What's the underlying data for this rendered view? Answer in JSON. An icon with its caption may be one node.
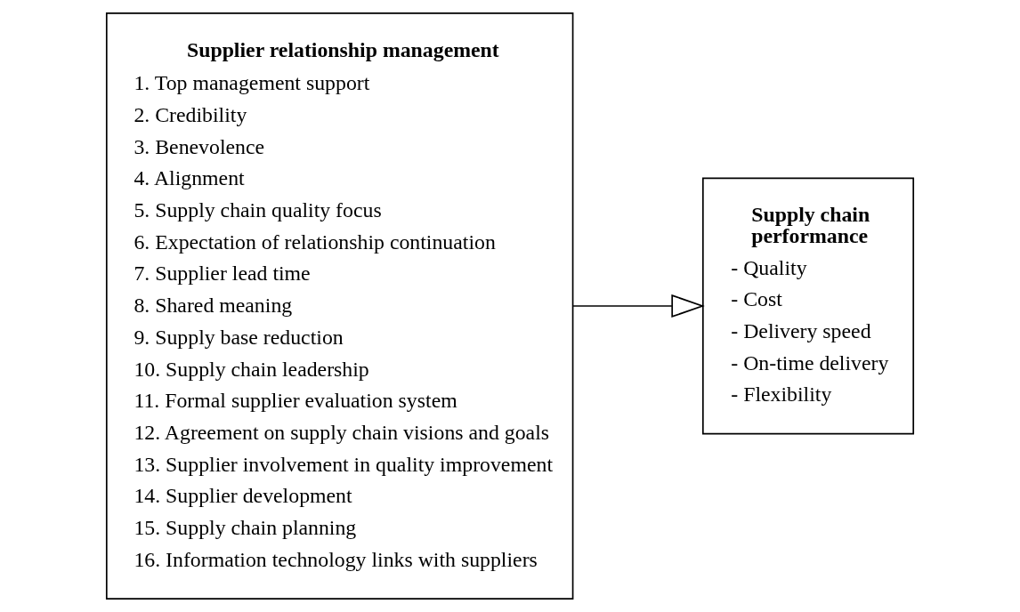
{
  "diagram": {
    "nodes": [
      {
        "text": [
          "Supplier relationship management",
          "1. Top management support",
          "2. Credibility",
          "3. Benevolence",
          "4. Alignment",
          "5. Supply chain quality focus",
          "6. Expectation of relationship continuation",
          "7. Supplier lead time",
          "8. Shared meaning",
          "9. Supply base reduction",
          "10. Supply chain leadership",
          "11. Formal supplier evaluation system",
          "12. Agreement on supply chain visions and goals",
          "13. Supplier involvement in quality improvement",
          "14. Supplier development",
          "15. Supply chain planning",
          "16. Information technology links with suppliers"
        ]
      },
      {
        "text": [
          "Supply chain performance",
          "- Quality",
          "- Cost",
          "- Delivery speed",
          "- On-time delivery",
          "- Flexibility"
        ]
      }
    ],
    "edges": [
      {
        "from": 0,
        "to": 1,
        "arrow": "to"
      }
    ]
  }
}
